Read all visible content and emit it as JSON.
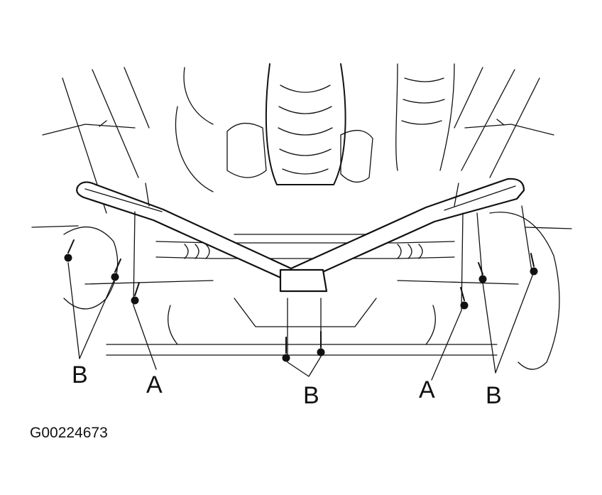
{
  "callouts": {
    "left_b": "B",
    "left_a": "A",
    "center_b": "B",
    "right_a": "A",
    "right_b": "B"
  },
  "figure_id": "G00224673",
  "colors": {
    "ink": "#111111",
    "background": "#ffffff"
  }
}
